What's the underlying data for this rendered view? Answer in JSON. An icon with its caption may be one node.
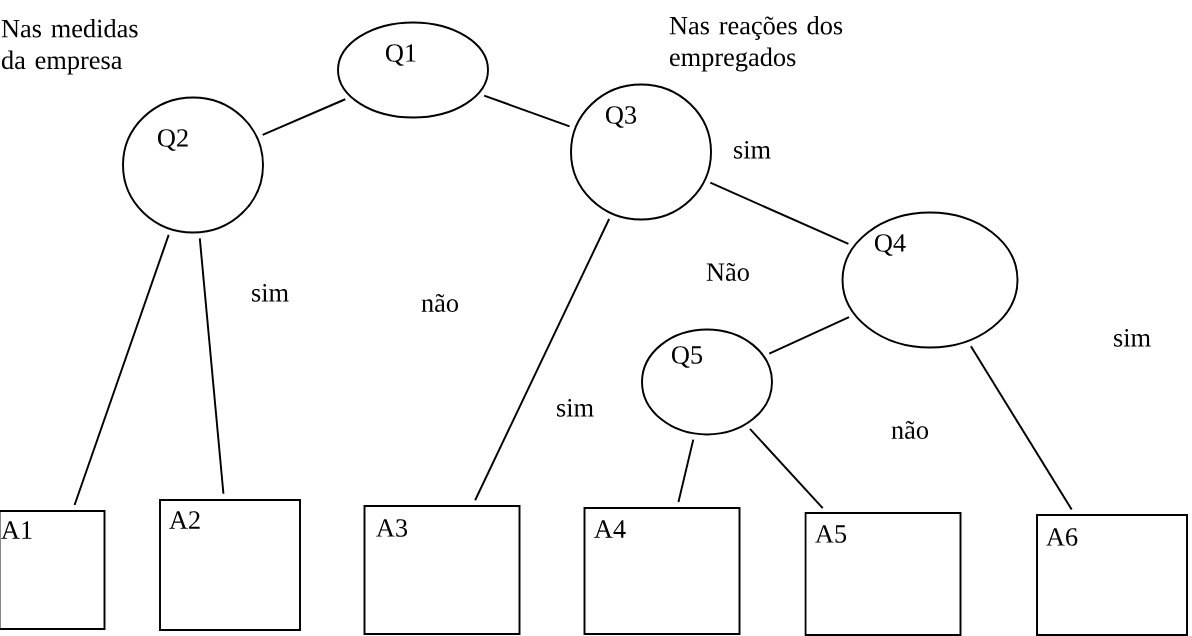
{
  "diagram": {
    "nodes": [
      {
        "text": [
          "Q1"
        ]
      },
      {
        "text": [
          "Q2"
        ]
      },
      {
        "text": [
          "Q3"
        ]
      },
      {
        "text": [
          "Q4"
        ]
      },
      {
        "text": [
          "Q5"
        ]
      },
      {
        "text": [
          "A1"
        ]
      },
      {
        "text": [
          "A2"
        ]
      },
      {
        "text": [
          "A3"
        ]
      },
      {
        "text": [
          "A4"
        ]
      },
      {
        "text": [
          "A5"
        ]
      },
      {
        "text": [
          "A6"
        ]
      }
    ],
    "edges": [
      {
        "from": 0,
        "to": 1,
        "arrow": "none"
      },
      {
        "from": 0,
        "to": 2,
        "arrow": "none"
      },
      {
        "from": 1,
        "to": 5,
        "arrow": "none"
      },
      {
        "from": 1,
        "to": 6,
        "arrow": "none"
      },
      {
        "from": 2,
        "to": 7,
        "arrow": "none"
      },
      {
        "from": 2,
        "to": 3,
        "arrow": "none"
      },
      {
        "from": 3,
        "to": 4,
        "arrow": "none"
      },
      {
        "from": 3,
        "to": 10,
        "arrow": "none"
      },
      {
        "from": 4,
        "to": 8,
        "arrow": "none"
      },
      {
        "from": 4,
        "to": 9,
        "arrow": "none"
      }
    ],
    "labels": [
      "Nas medidas da empresa",
      "Nas reações dos empregados",
      "sim",
      "Não",
      "sim",
      "não",
      "sim",
      "sim",
      "não"
    ]
  }
}
